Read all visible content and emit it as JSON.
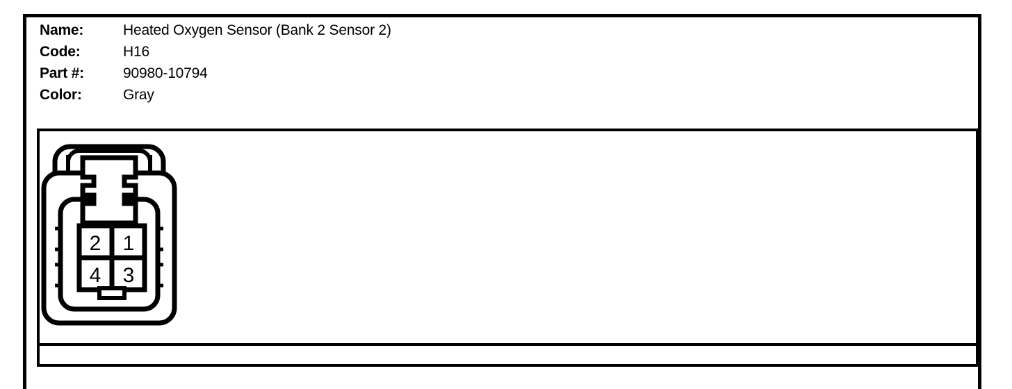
{
  "info": {
    "rows": [
      {
        "label": "Name:",
        "value": "Heated Oxygen Sensor (Bank 2 Sensor 2)"
      },
      {
        "label": "Code:",
        "value": "H16"
      },
      {
        "label": "Part #:",
        "value": "90980-10794"
      },
      {
        "label": "Color:",
        "value": "Gray"
      }
    ]
  },
  "connector": {
    "type": "4-pin-automotive-connector",
    "view": "terminal-face",
    "latch": "top-center-locking-tab",
    "pin_rows": [
      {
        "cells": [
          {
            "number": "2"
          },
          {
            "number": "1"
          }
        ]
      },
      {
        "cells": [
          {
            "number": "4"
          },
          {
            "number": "3"
          }
        ]
      }
    ],
    "pin_count": 4,
    "pin_numbers": [
      "1",
      "2",
      "3",
      "4"
    ]
  },
  "colors": {
    "ink": "#000000",
    "background": "#ffffff"
  }
}
